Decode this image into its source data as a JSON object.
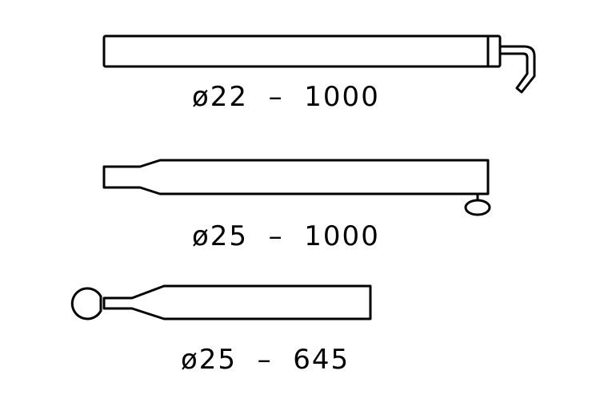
{
  "poles": [
    {
      "label": "ø22  –  1000"
    },
    {
      "label": "ø25  –  1000"
    },
    {
      "label": "ø25  –  645"
    }
  ]
}
